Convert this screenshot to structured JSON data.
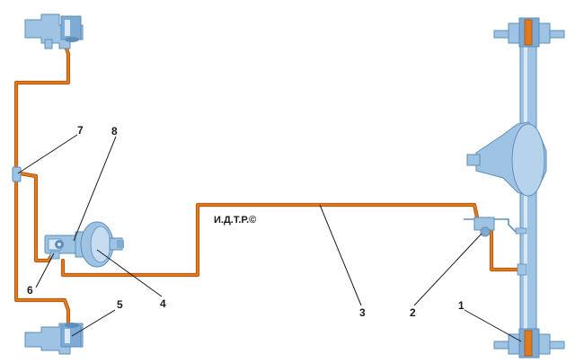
{
  "colors": {
    "brake_line": "#e07a1e",
    "brake_line_dark": "#a8520f",
    "part_fill": "#9fc3e3",
    "part_dark": "#5e8fba",
    "part_light": "#d7e8f6",
    "leader": "#1a1a1a"
  },
  "copyright": "И.Д.Т.Р.©",
  "callouts": [
    {
      "id": "1",
      "label": "1"
    },
    {
      "id": "2",
      "label": "2"
    },
    {
      "id": "3",
      "label": "3"
    },
    {
      "id": "4",
      "label": "4"
    },
    {
      "id": "5",
      "label": "5"
    },
    {
      "id": "6",
      "label": "6"
    },
    {
      "id": "7",
      "label": "7"
    },
    {
      "id": "8",
      "label": "8"
    }
  ],
  "icons": {
    "front_brake_top": "front-brake-caliper-icon",
    "front_brake_bottom": "front-brake-caliper-icon",
    "rear_brake_top": "rear-wheel-hub-icon",
    "rear_brake_bottom": "rear-wheel-hub-icon",
    "master_cylinder": "master-cylinder-icon",
    "booster": "vacuum-booster-icon",
    "regulator": "pressure-regulator-icon",
    "axle": "rear-axle-icon"
  }
}
